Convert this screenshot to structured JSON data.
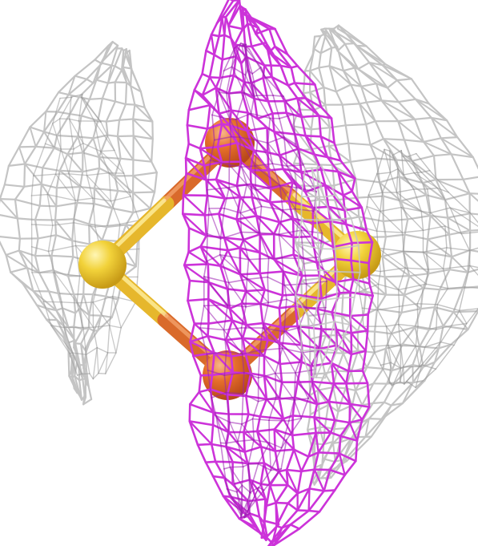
{
  "scene": {
    "background": "#ffffff",
    "colors": {
      "density_mesh_gray": "#c4c4c4",
      "density_mesh_gray_shadow": "#9a9a9a",
      "density_mesh_magenta": "#cc33d9",
      "density_mesh_magenta_dark": "#9a1fb0",
      "iron_atom": "#e26f2e",
      "iron_atom_highlight": "#f6b07a",
      "sulfur_atom": "#f0d23a",
      "sulfur_atom_highlight": "#fff3a6",
      "bond_iron": "#e47a38",
      "bond_sulfur": "#f3c83b"
    },
    "objects": [
      {
        "kind": "electron-density-mesh",
        "color": "magenta",
        "count": 1
      },
      {
        "kind": "electron-density-mesh",
        "color": "gray",
        "count": 2
      },
      {
        "kind": "iron-atom",
        "count": 2
      },
      {
        "kind": "sulfur-atom",
        "count": 2
      },
      {
        "kind": "iron-sulfur-bond",
        "count": 4
      }
    ]
  }
}
